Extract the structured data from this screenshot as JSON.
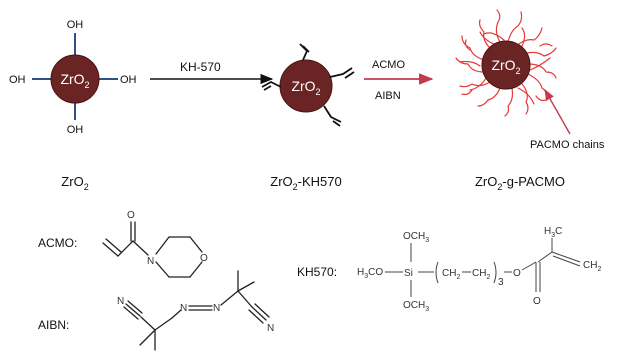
{
  "particles": {
    "core_formula": {
      "base": "ZrO",
      "sub": "2"
    },
    "hydroxyl_label": "OH"
  },
  "arrows": {
    "kh570": "KH-570",
    "acmo": "ACMO",
    "aibn": "AIBN"
  },
  "chains_label": "PACMO chains",
  "captions": {
    "zro2": {
      "base": "ZrO",
      "sub": "2",
      "tail": ""
    },
    "zro2_kh570": {
      "base": "ZrO",
      "sub": "2",
      "tail": "-KH570"
    },
    "zro2_g_pacmo": {
      "base": "ZrO",
      "sub": "2",
      "tail": "-g-PACMO"
    }
  },
  "structures": {
    "acmo_label": "ACMO:",
    "aibn_label": "AIBN:",
    "kh570_label": "KH570:",
    "atoms": {
      "O": "O",
      "N": "N",
      "Si": "Si",
      "OCH3": "OCH",
      "H3CO": "H",
      "H3CO_tail": "CO",
      "H3C": "H",
      "H3C_tail": "C",
      "CH2": "CH",
      "sub3": "3",
      "sub2": "2",
      "chain_a": "CH",
      "chain_b": "CH",
      "chain_sub": "2",
      "repeat": "3"
    }
  },
  "colors": {
    "particle": "#6b2424",
    "particle_edge": "#4a1414",
    "oh_bond": "#2f4f86",
    "vinyl": "#111111",
    "chains": "#e63a3a",
    "acmo_arrow": "#c43a4a",
    "main_arrow": "#111111"
  }
}
